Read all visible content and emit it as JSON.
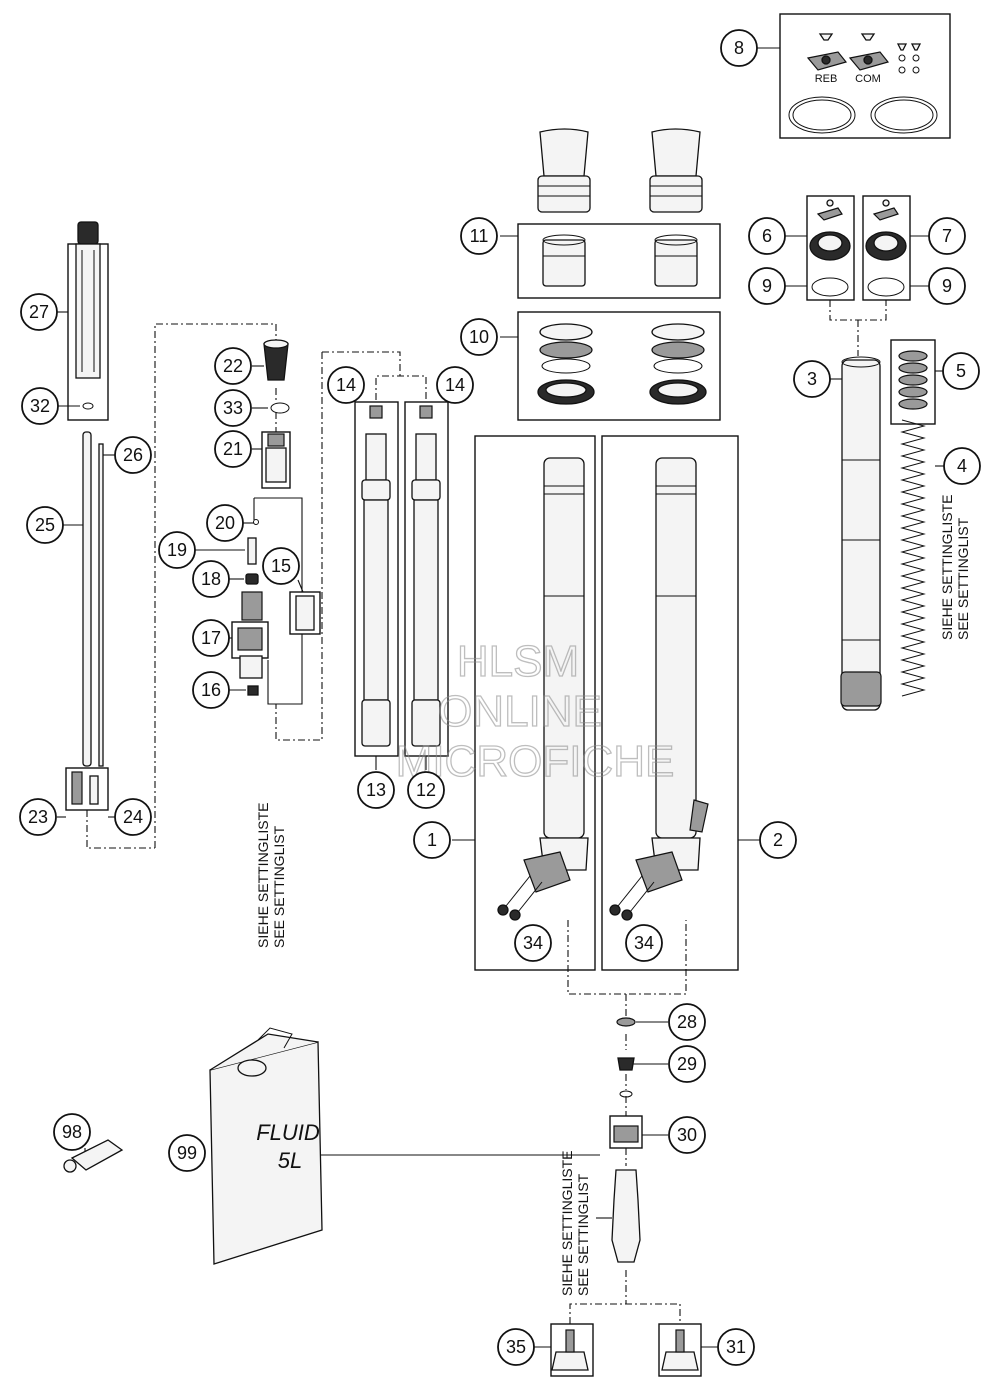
{
  "diagram": {
    "callouts": [
      {
        "id": "c1",
        "label": "1"
      },
      {
        "id": "c2",
        "label": "2"
      },
      {
        "id": "c3",
        "label": "3"
      },
      {
        "id": "c4",
        "label": "4"
      },
      {
        "id": "c5",
        "label": "5"
      },
      {
        "id": "c6",
        "label": "6"
      },
      {
        "id": "c7",
        "label": "7"
      },
      {
        "id": "c8",
        "label": "8"
      },
      {
        "id": "c9a",
        "label": "9"
      },
      {
        "id": "c9b",
        "label": "9"
      },
      {
        "id": "c10",
        "label": "10"
      },
      {
        "id": "c11",
        "label": "11"
      },
      {
        "id": "c12",
        "label": "12"
      },
      {
        "id": "c13",
        "label": "13"
      },
      {
        "id": "c14a",
        "label": "14"
      },
      {
        "id": "c14b",
        "label": "14"
      },
      {
        "id": "c15",
        "label": "15"
      },
      {
        "id": "c16",
        "label": "16"
      },
      {
        "id": "c17",
        "label": "17"
      },
      {
        "id": "c18",
        "label": "18"
      },
      {
        "id": "c19",
        "label": "19"
      },
      {
        "id": "c20",
        "label": "20"
      },
      {
        "id": "c21",
        "label": "21"
      },
      {
        "id": "c22",
        "label": "22"
      },
      {
        "id": "c23",
        "label": "23"
      },
      {
        "id": "c24",
        "label": "24"
      },
      {
        "id": "c25",
        "label": "25"
      },
      {
        "id": "c26",
        "label": "26"
      },
      {
        "id": "c27",
        "label": "27"
      },
      {
        "id": "c28",
        "label": "28"
      },
      {
        "id": "c29",
        "label": "29"
      },
      {
        "id": "c30",
        "label": "30"
      },
      {
        "id": "c31",
        "label": "31"
      },
      {
        "id": "c32",
        "label": "32"
      },
      {
        "id": "c33",
        "label": "33"
      },
      {
        "id": "c34a",
        "label": "34"
      },
      {
        "id": "c34b",
        "label": "34"
      },
      {
        "id": "c35",
        "label": "35"
      },
      {
        "id": "c98",
        "label": "98"
      },
      {
        "id": "c99",
        "label": "99"
      }
    ],
    "notes": {
      "settings_de": "SIEHE SETTINGLISTE",
      "settings_en": "SEE SETTINGLIST"
    },
    "knob_labels": {
      "rebound": "REB",
      "compression": "COM"
    },
    "fluid_can": {
      "line1": "FLUID",
      "line2": "5L"
    },
    "watermark": {
      "line1": "HLSM",
      "line2": "ONLINE",
      "line3": "MICROFICHE"
    }
  },
  "colors": {
    "line": "#111111",
    "background": "#ffffff",
    "watermark": "#8a8a8a"
  }
}
